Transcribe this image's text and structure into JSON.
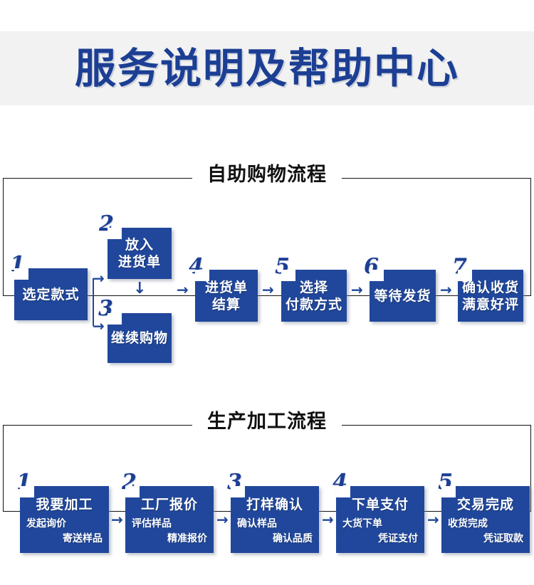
{
  "header": {
    "title": "服务说明及帮助中心",
    "band_color": "#f2f2f2",
    "title_color": "#1c3f94"
  },
  "theme": {
    "box_color": "#20479b",
    "box_text_color": "#ffffff",
    "number_color": "#1c3f94",
    "frame_color": "#111111",
    "arrow_color": "#20479b"
  },
  "sections": [
    {
      "legend": "自助购物流程",
      "steps": [
        {
          "num": "1",
          "title_line1": "选定款式",
          "title_line2": ""
        },
        {
          "num": "2",
          "title_line1": "放入",
          "title_line2": "进货单"
        },
        {
          "num": "3",
          "title_line1": "继续购物",
          "title_line2": ""
        },
        {
          "num": "4",
          "title_line1": "进货单",
          "title_line2": "结算"
        },
        {
          "num": "5",
          "title_line1": "选择",
          "title_line2": "付款方式"
        },
        {
          "num": "6",
          "title_line1": "等待发货",
          "title_line2": ""
        },
        {
          "num": "7",
          "title_line1": "确认收货",
          "title_line2": "满意好评"
        }
      ],
      "arrows": [
        "→",
        "→",
        "↓",
        "→",
        "→",
        "→",
        "→"
      ]
    },
    {
      "legend": "生产加工流程",
      "steps": [
        {
          "num": "1",
          "title_line1": "我要加工",
          "sub_left": "发起询价",
          "sub_right": "寄送样品"
        },
        {
          "num": "2",
          "title_line1": "工厂报价",
          "sub_left": "评估样品",
          "sub_right": "精准报价"
        },
        {
          "num": "3",
          "title_line1": "打样确认",
          "sub_left": "确认样品",
          "sub_right": "确认品质"
        },
        {
          "num": "4",
          "title_line1": "下单支付",
          "sub_left": "大货下单",
          "sub_right": "凭证支付"
        },
        {
          "num": "5",
          "title_line1": "交易完成",
          "sub_left": "收货完成",
          "sub_right": "凭证取款"
        }
      ],
      "arrows": [
        "→",
        "→",
        "→",
        "→"
      ]
    }
  ]
}
